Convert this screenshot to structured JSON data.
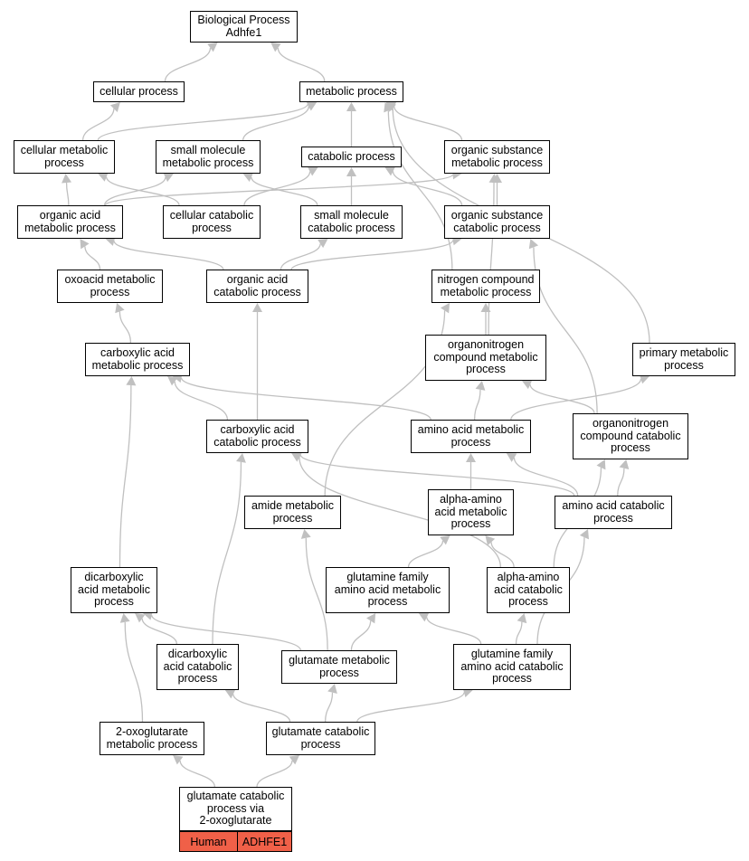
{
  "nodes": [
    {
      "id": "bp",
      "label": "Biological Process\nAdhfe1"
    },
    {
      "id": "cellular_process",
      "label": "cellular process"
    },
    {
      "id": "metabolic_process",
      "label": "metabolic process"
    },
    {
      "id": "cellular_metabolic",
      "label": "cellular metabolic\nprocess"
    },
    {
      "id": "small_molecule_metabolic",
      "label": "small molecule\nmetabolic process"
    },
    {
      "id": "catabolic_process",
      "label": "catabolic process"
    },
    {
      "id": "organic_substance_metabolic",
      "label": "organic substance\nmetabolic process"
    },
    {
      "id": "organic_acid_metabolic",
      "label": "organic acid\nmetabolic process"
    },
    {
      "id": "cellular_catabolic",
      "label": "cellular catabolic\nprocess"
    },
    {
      "id": "small_molecule_catabolic",
      "label": "small molecule\ncatabolic process"
    },
    {
      "id": "organic_substance_catabolic",
      "label": "organic substance\ncatabolic process"
    },
    {
      "id": "oxoacid_metabolic",
      "label": "oxoacid metabolic\nprocess"
    },
    {
      "id": "organic_acid_catabolic",
      "label": "organic acid\ncatabolic process"
    },
    {
      "id": "nitrogen_compound_metabolic",
      "label": "nitrogen compound\nmetabolic process"
    },
    {
      "id": "carboxylic_acid_metabolic",
      "label": "carboxylic acid\nmetabolic process"
    },
    {
      "id": "organonitrogen_metabolic",
      "label": "organonitrogen\ncompound metabolic\nprocess"
    },
    {
      "id": "primary_metabolic",
      "label": "primary metabolic\nprocess"
    },
    {
      "id": "carboxylic_acid_catabolic",
      "label": "carboxylic acid\ncatabolic process"
    },
    {
      "id": "amino_acid_metabolic",
      "label": "amino acid metabolic\nprocess"
    },
    {
      "id": "organonitrogen_catabolic",
      "label": "organonitrogen\ncompound catabolic\nprocess"
    },
    {
      "id": "amide_metabolic",
      "label": "amide metabolic\nprocess"
    },
    {
      "id": "alpha_amino_metabolic",
      "label": "alpha-amino\nacid metabolic\nprocess"
    },
    {
      "id": "amino_acid_catabolic",
      "label": "amino acid catabolic\nprocess"
    },
    {
      "id": "dicarboxylic_metabolic",
      "label": "dicarboxylic\nacid metabolic\nprocess"
    },
    {
      "id": "glutamine_family_metabolic",
      "label": "glutamine family\namino acid metabolic\nprocess"
    },
    {
      "id": "alpha_amino_catabolic",
      "label": "alpha-amino\nacid catabolic\nprocess"
    },
    {
      "id": "dicarboxylic_catabolic",
      "label": "dicarboxylic\nacid catabolic\nprocess"
    },
    {
      "id": "glutamate_metabolic",
      "label": "glutamate metabolic\nprocess"
    },
    {
      "id": "glutamine_family_catabolic",
      "label": "glutamine family\namino acid catabolic\nprocess"
    },
    {
      "id": "oxoglutarate_metabolic",
      "label": "2-oxoglutarate\nmetabolic process"
    },
    {
      "id": "glutamate_catabolic",
      "label": "glutamate catabolic\nprocess"
    },
    {
      "id": "glutamate_catabolic_via",
      "label": "glutamate catabolic\nprocess via\n2-oxoglutarate"
    }
  ],
  "edges": [
    [
      "cellular_process",
      "bp"
    ],
    [
      "metabolic_process",
      "bp"
    ],
    [
      "cellular_metabolic",
      "cellular_process"
    ],
    [
      "cellular_metabolic",
      "metabolic_process"
    ],
    [
      "small_molecule_metabolic",
      "metabolic_process"
    ],
    [
      "catabolic_process",
      "metabolic_process"
    ],
    [
      "organic_substance_metabolic",
      "metabolic_process"
    ],
    [
      "organic_acid_metabolic",
      "cellular_metabolic"
    ],
    [
      "organic_acid_metabolic",
      "small_molecule_metabolic"
    ],
    [
      "organic_acid_metabolic",
      "organic_substance_metabolic"
    ],
    [
      "cellular_catabolic",
      "cellular_metabolic"
    ],
    [
      "cellular_catabolic",
      "catabolic_process"
    ],
    [
      "small_molecule_catabolic",
      "small_molecule_metabolic"
    ],
    [
      "small_molecule_catabolic",
      "catabolic_process"
    ],
    [
      "organic_substance_catabolic",
      "catabolic_process"
    ],
    [
      "organic_substance_catabolic",
      "organic_substance_metabolic"
    ],
    [
      "oxoacid_metabolic",
      "organic_acid_metabolic"
    ],
    [
      "organic_acid_catabolic",
      "organic_acid_metabolic"
    ],
    [
      "organic_acid_catabolic",
      "small_molecule_catabolic"
    ],
    [
      "organic_acid_catabolic",
      "organic_substance_catabolic"
    ],
    [
      "nitrogen_compound_metabolic",
      "metabolic_process"
    ],
    [
      "carboxylic_acid_metabolic",
      "oxoacid_metabolic"
    ],
    [
      "organonitrogen_metabolic",
      "nitrogen_compound_metabolic"
    ],
    [
      "organonitrogen_metabolic",
      "organic_substance_metabolic"
    ],
    [
      "primary_metabolic",
      "metabolic_process"
    ],
    [
      "carboxylic_acid_catabolic",
      "carboxylic_acid_metabolic"
    ],
    [
      "carboxylic_acid_catabolic",
      "organic_acid_catabolic"
    ],
    [
      "amino_acid_metabolic",
      "carboxylic_acid_metabolic"
    ],
    [
      "amino_acid_metabolic",
      "organonitrogen_metabolic"
    ],
    [
      "amino_acid_metabolic",
      "primary_metabolic"
    ],
    [
      "organonitrogen_catabolic",
      "organonitrogen_metabolic"
    ],
    [
      "organonitrogen_catabolic",
      "organic_substance_catabolic"
    ],
    [
      "amide_metabolic",
      "nitrogen_compound_metabolic"
    ],
    [
      "alpha_amino_metabolic",
      "amino_acid_metabolic"
    ],
    [
      "amino_acid_catabolic",
      "carboxylic_acid_catabolic"
    ],
    [
      "amino_acid_catabolic",
      "amino_acid_metabolic"
    ],
    [
      "amino_acid_catabolic",
      "organonitrogen_catabolic"
    ],
    [
      "dicarboxylic_metabolic",
      "carboxylic_acid_metabolic"
    ],
    [
      "glutamine_family_metabolic",
      "alpha_amino_metabolic"
    ],
    [
      "alpha_amino_catabolic",
      "alpha_amino_metabolic"
    ],
    [
      "alpha_amino_catabolic",
      "carboxylic_acid_catabolic"
    ],
    [
      "alpha_amino_catabolic",
      "organonitrogen_catabolic"
    ],
    [
      "dicarboxylic_catabolic",
      "dicarboxylic_metabolic"
    ],
    [
      "dicarboxylic_catabolic",
      "carboxylic_acid_catabolic"
    ],
    [
      "glutamate_metabolic",
      "dicarboxylic_metabolic"
    ],
    [
      "glutamate_metabolic",
      "glutamine_family_metabolic"
    ],
    [
      "glutamate_metabolic",
      "amide_metabolic"
    ],
    [
      "glutamine_family_catabolic",
      "glutamine_family_metabolic"
    ],
    [
      "glutamine_family_catabolic",
      "alpha_amino_catabolic"
    ],
    [
      "glutamine_family_catabolic",
      "amino_acid_catabolic"
    ],
    [
      "oxoglutarate_metabolic",
      "dicarboxylic_metabolic"
    ],
    [
      "glutamate_catabolic",
      "dicarboxylic_catabolic"
    ],
    [
      "glutamate_catabolic",
      "glutamate_metabolic"
    ],
    [
      "glutamate_catabolic",
      "glutamine_family_catabolic"
    ],
    [
      "glutamate_catabolic_via",
      "oxoglutarate_metabolic"
    ],
    [
      "glutamate_catabolic_via",
      "glutamate_catabolic"
    ]
  ],
  "legend": {
    "species": "Human",
    "gene": "ADHFE1"
  },
  "colors": {
    "edge": "#c0c0c0",
    "highlight": "#f06048",
    "border": "#000000"
  }
}
